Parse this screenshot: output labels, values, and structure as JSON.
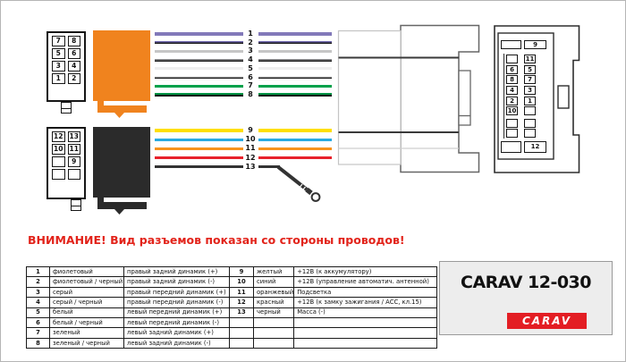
{
  "colors": {
    "accent_red": "#e31e24",
    "warning_red": "#e2231a",
    "connector_orange": "#f0831e",
    "connector_black": "#2b2b2b"
  },
  "warning_text": "ВНИМАНИЕ! Вид разъемов показан со стороны проводов!",
  "product": {
    "model": "CARAV 12-030",
    "brand": "CARAV"
  },
  "connectors": {
    "top_left": {
      "pins": [
        [
          "7",
          "8"
        ],
        [
          "5",
          "6"
        ],
        [
          "3",
          "4"
        ],
        [
          "1",
          "2"
        ]
      ]
    },
    "bottom_left": {
      "pins": [
        [
          "12",
          "13"
        ],
        [
          "10",
          "11"
        ],
        [
          "",
          "9"
        ],
        [
          "",
          ""
        ]
      ]
    },
    "right": {
      "top": [
        "",
        "9"
      ],
      "rows": [
        [
          "",
          "11"
        ],
        [
          "6",
          "5"
        ],
        [
          "8",
          "7"
        ],
        [
          "4",
          "3"
        ],
        [
          "2",
          "1"
        ],
        [
          "10",
          ""
        ],
        [
          "",
          ""
        ],
        [
          "",
          ""
        ]
      ],
      "bottom": [
        "",
        "12"
      ]
    }
  },
  "wires": {
    "top": [
      {
        "n": "1",
        "color": "#8279b9"
      },
      {
        "n": "2",
        "color": "#6f66ad",
        "stripe": "#1a1a1a"
      },
      {
        "n": "3",
        "color": "#c6c6c6"
      },
      {
        "n": "4",
        "color": "#8c8c8e",
        "stripe": "#1f1f1f"
      },
      {
        "n": "5",
        "color": "#eeeeee"
      },
      {
        "n": "6",
        "color": "#f2f2f2",
        "stripe": "#1a1a1a"
      },
      {
        "n": "7",
        "color": "#00a14b"
      },
      {
        "n": "8",
        "color": "#009243",
        "stripe": "#151515"
      }
    ],
    "bottom": [
      {
        "n": "9",
        "color": "#ffdf00"
      },
      {
        "n": "10",
        "color": "#29abe2"
      },
      {
        "n": "11",
        "color": "#f7941d"
      },
      {
        "n": "12",
        "color": "#e8212b"
      },
      {
        "n": "13",
        "color": "#333333",
        "lug": true
      }
    ]
  },
  "table": {
    "left": [
      {
        "n": "1",
        "color_name": "фиолетовый",
        "desc": "правый задний динамик (+)"
      },
      {
        "n": "2",
        "color_name": "фиолетовый / черный",
        "desc": "правый задний динамик (-)"
      },
      {
        "n": "3",
        "color_name": "серый",
        "desc": "правый передний динамик (+)"
      },
      {
        "n": "4",
        "color_name": "серый / черный",
        "desc": "правый передний динамик (-)"
      },
      {
        "n": "5",
        "color_name": "белый",
        "desc": "левый передний динамик (+)"
      },
      {
        "n": "6",
        "color_name": "белый / черный",
        "desc": "левый передний динамик (-)"
      },
      {
        "n": "7",
        "color_name": "зеленый",
        "desc": "левый задний динамик (+)"
      },
      {
        "n": "8",
        "color_name": "зеленый / черный",
        "desc": "левый задний динамик (-)"
      }
    ],
    "right": [
      {
        "n": "9",
        "color_name": "желтый",
        "desc": "+12В (к аккумулятору)"
      },
      {
        "n": "10",
        "color_name": "синий",
        "desc": "+12В (управление автоматич. антенной)"
      },
      {
        "n": "11",
        "color_name": "оранжевый",
        "desc": "Подсветка"
      },
      {
        "n": "12",
        "color_name": "красный",
        "desc": "+12В (к замку зажигания / АСС, кл.15)"
      },
      {
        "n": "13",
        "color_name": "черный",
        "desc": "Масса (-)"
      }
    ]
  }
}
